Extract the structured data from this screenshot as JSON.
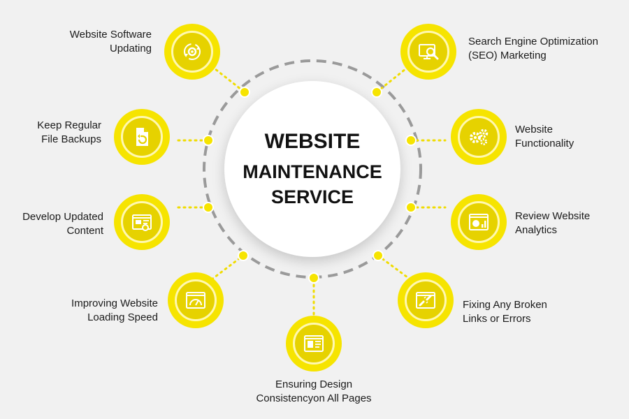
{
  "title": {
    "line1": "WEBSITE",
    "line2": "MAINTENANCE",
    "line3": "SERVICE"
  },
  "items": [
    {
      "id": "software-updating",
      "line1": "Website Software",
      "line2": "Updating",
      "icon": "gear-refresh-icon"
    },
    {
      "id": "file-backups",
      "line1": "Keep Regular",
      "line2": "File Backups",
      "icon": "file-backup-icon"
    },
    {
      "id": "updated-content",
      "line1": "Develop Updated",
      "line2": "Content",
      "icon": "content-editor-icon"
    },
    {
      "id": "loading-speed",
      "line1": "Improving Website",
      "line2": "Loading Speed",
      "icon": "speedometer-icon"
    },
    {
      "id": "design-consistency",
      "line1": "Ensuring Design",
      "line2": "Consistencyon All Pages",
      "icon": "web-design-icon"
    },
    {
      "id": "broken-links",
      "line1": "Fixing Any Broken",
      "line2": "Links or Errors",
      "icon": "broken-link-icon"
    },
    {
      "id": "website-analytics",
      "line1": "Review Website",
      "line2": "Analytics",
      "icon": "analytics-chart-icon"
    },
    {
      "id": "website-functionality",
      "line1": "Website",
      "line2": "Functionality",
      "icon": "gears-icon"
    },
    {
      "id": "seo-marketing",
      "line1": "Search Engine Optimization",
      "line2": "(SEO) Marketing",
      "icon": "seo-magnifier-icon"
    }
  ],
  "colors": {
    "accent": "#f6e400",
    "accent_dark": "#e6d200",
    "ring": "#999999",
    "background": "#f1f1f1"
  }
}
